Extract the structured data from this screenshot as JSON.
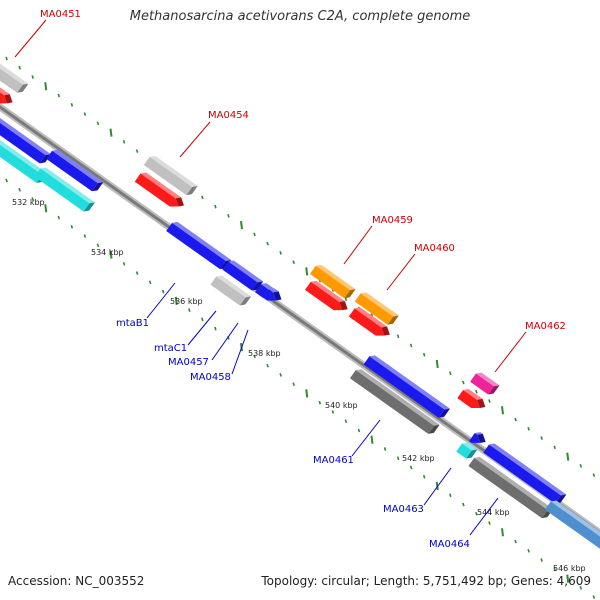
{
  "title": "Methanosarcina acetivorans C2A, complete genome",
  "footer": {
    "accession": "Accession: NC_003552",
    "summary": "Topology: circular; Length: 5,751,492 bp; Genes: 4,609"
  },
  "colors": {
    "backbone": "#8a8a8a",
    "tick": "#2e8b2e",
    "label_red": "#cc0000",
    "label_blue": "#0000cc",
    "gray": "#c0c0c0",
    "dark_gray": "#6e6e6e",
    "red": "#ff1a1a",
    "blue": "#1a1aee",
    "cyan": "#22dddd",
    "orange": "#ff9900",
    "magenta": "#ee2299",
    "steel": "#4f8fcf"
  },
  "scale_labels": [
    "532 kbp",
    "534 kbp",
    "536 kbp",
    "538 kbp",
    "540 kbp",
    "542 kbp",
    "544 kbp",
    "546 kbp"
  ],
  "gene_labels": {
    "red": [
      "MA0451",
      "MA0454",
      "MA0459",
      "MA0460",
      "MA0462"
    ],
    "blue": [
      "mtaB1",
      "mtaC1",
      "MA0457",
      "MA0458",
      "MA0461",
      "MA0463",
      "MA0464"
    ]
  }
}
